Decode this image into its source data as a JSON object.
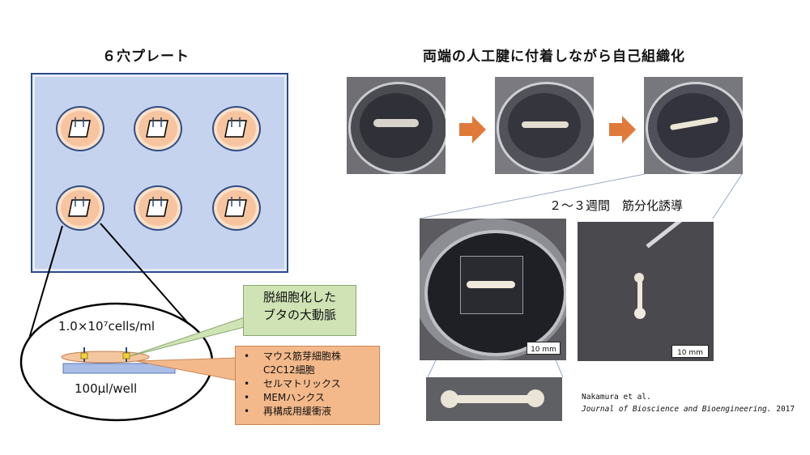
{
  "plate_title": "６穴プレート",
  "process_title": "両端の人工腱に付着しながら自己組織化",
  "duration_label": "２～３週間　筋分化誘導",
  "cell_density": "1.0×10⁷cells/ml",
  "volume": "100μl/well",
  "scaffold_label": [
    "脱細胞化した",
    "ブタの大動脈"
  ],
  "contents": [
    {
      "text": "マウス筋芽細胞株",
      "bullet": true
    },
    {
      "text": "C2C12細胞",
      "bullet": false
    },
    {
      "text": "セルマトリックス",
      "bullet": true
    },
    {
      "text": "MEMハンクス",
      "bullet": true
    },
    {
      "text": "再構成用緩衝液",
      "bullet": true
    }
  ],
  "scale_bar_label": "10 mm",
  "citation": {
    "authors": "Nakamura et al.",
    "journal": "Journal of Bioscience and Bioengineering.",
    "year": "2017"
  },
  "colors": {
    "plate": "#c5d3ef",
    "plate_border": "#2d4a8a",
    "well": "#f6c49e",
    "arrow": "#e07a3a",
    "scaffold_box": "#cfe3b4",
    "contents_box": "#f4b98a"
  }
}
